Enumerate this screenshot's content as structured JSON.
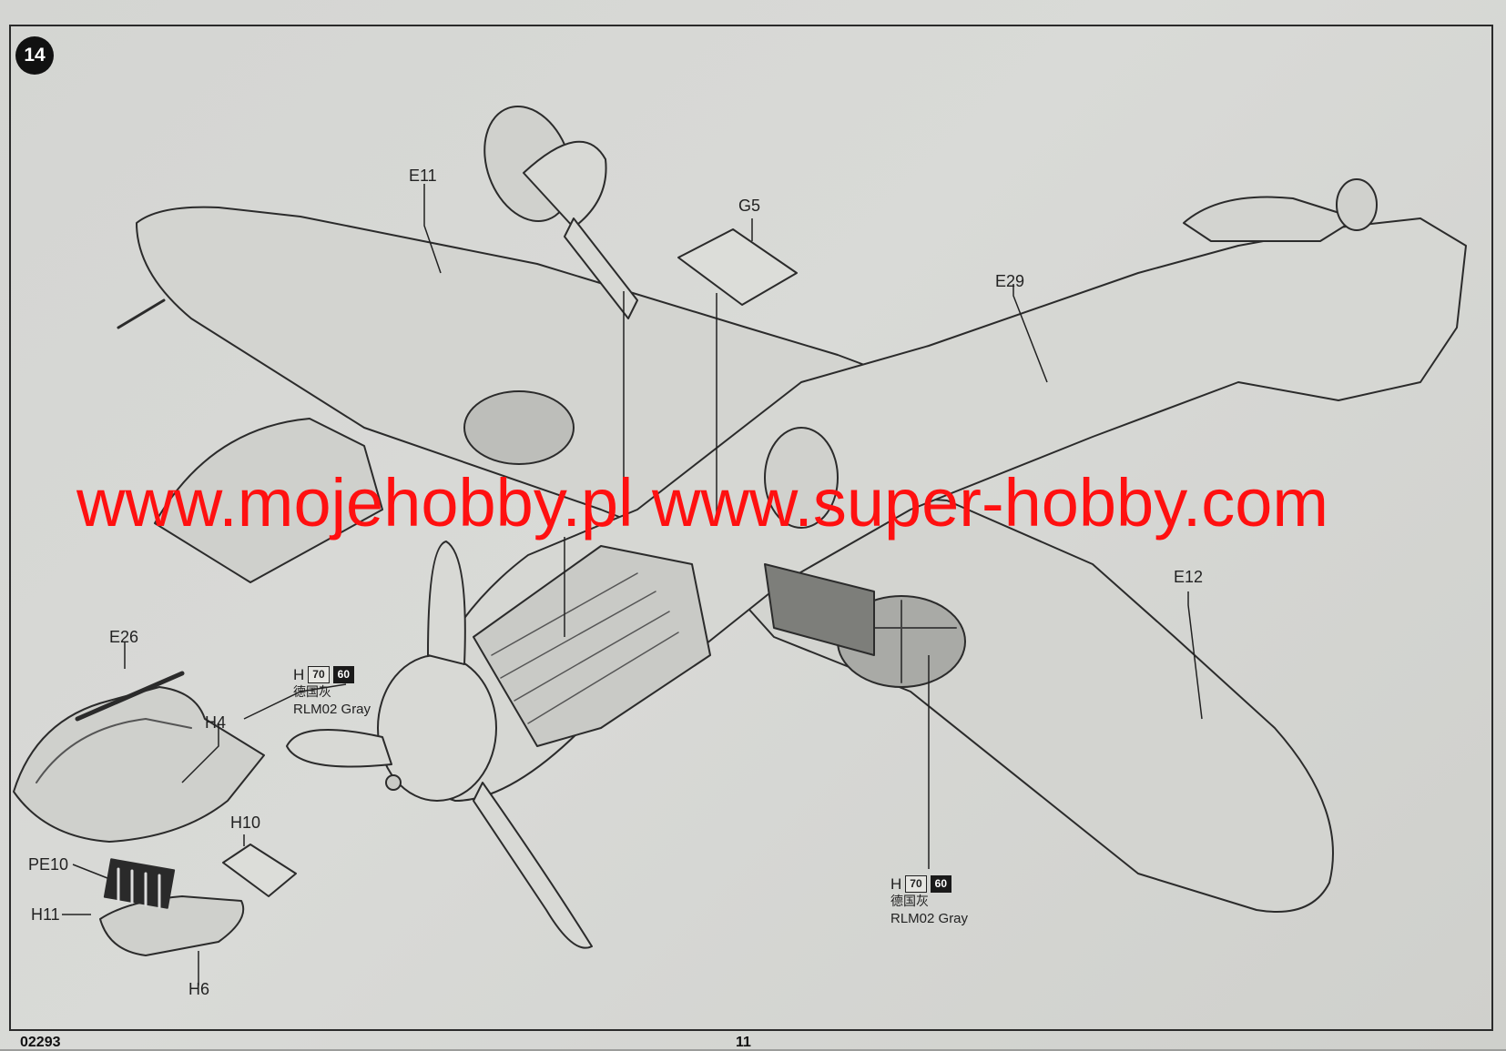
{
  "step": {
    "number": "14"
  },
  "parts": {
    "e11": "E11",
    "g5": "G5",
    "e29": "E29",
    "e12": "E12",
    "e26": "E26",
    "h4": "H4",
    "h10": "H10",
    "pe10": "PE10",
    "h11": "H11",
    "h6": "H6"
  },
  "paint_callouts": [
    {
      "letter": "H",
      "code1": "70",
      "code2": "60",
      "cn": "德国灰",
      "name": "RLM02 Gray"
    },
    {
      "letter": "H",
      "code1": "70",
      "code2": "60",
      "cn": "德国灰",
      "name": "RLM02 Gray"
    }
  ],
  "watermark": {
    "text": "www.mojehobby.pl www.super-hobby.com",
    "color": "#ff1010"
  },
  "footer": {
    "product_code": "02293",
    "page_number": "11"
  }
}
